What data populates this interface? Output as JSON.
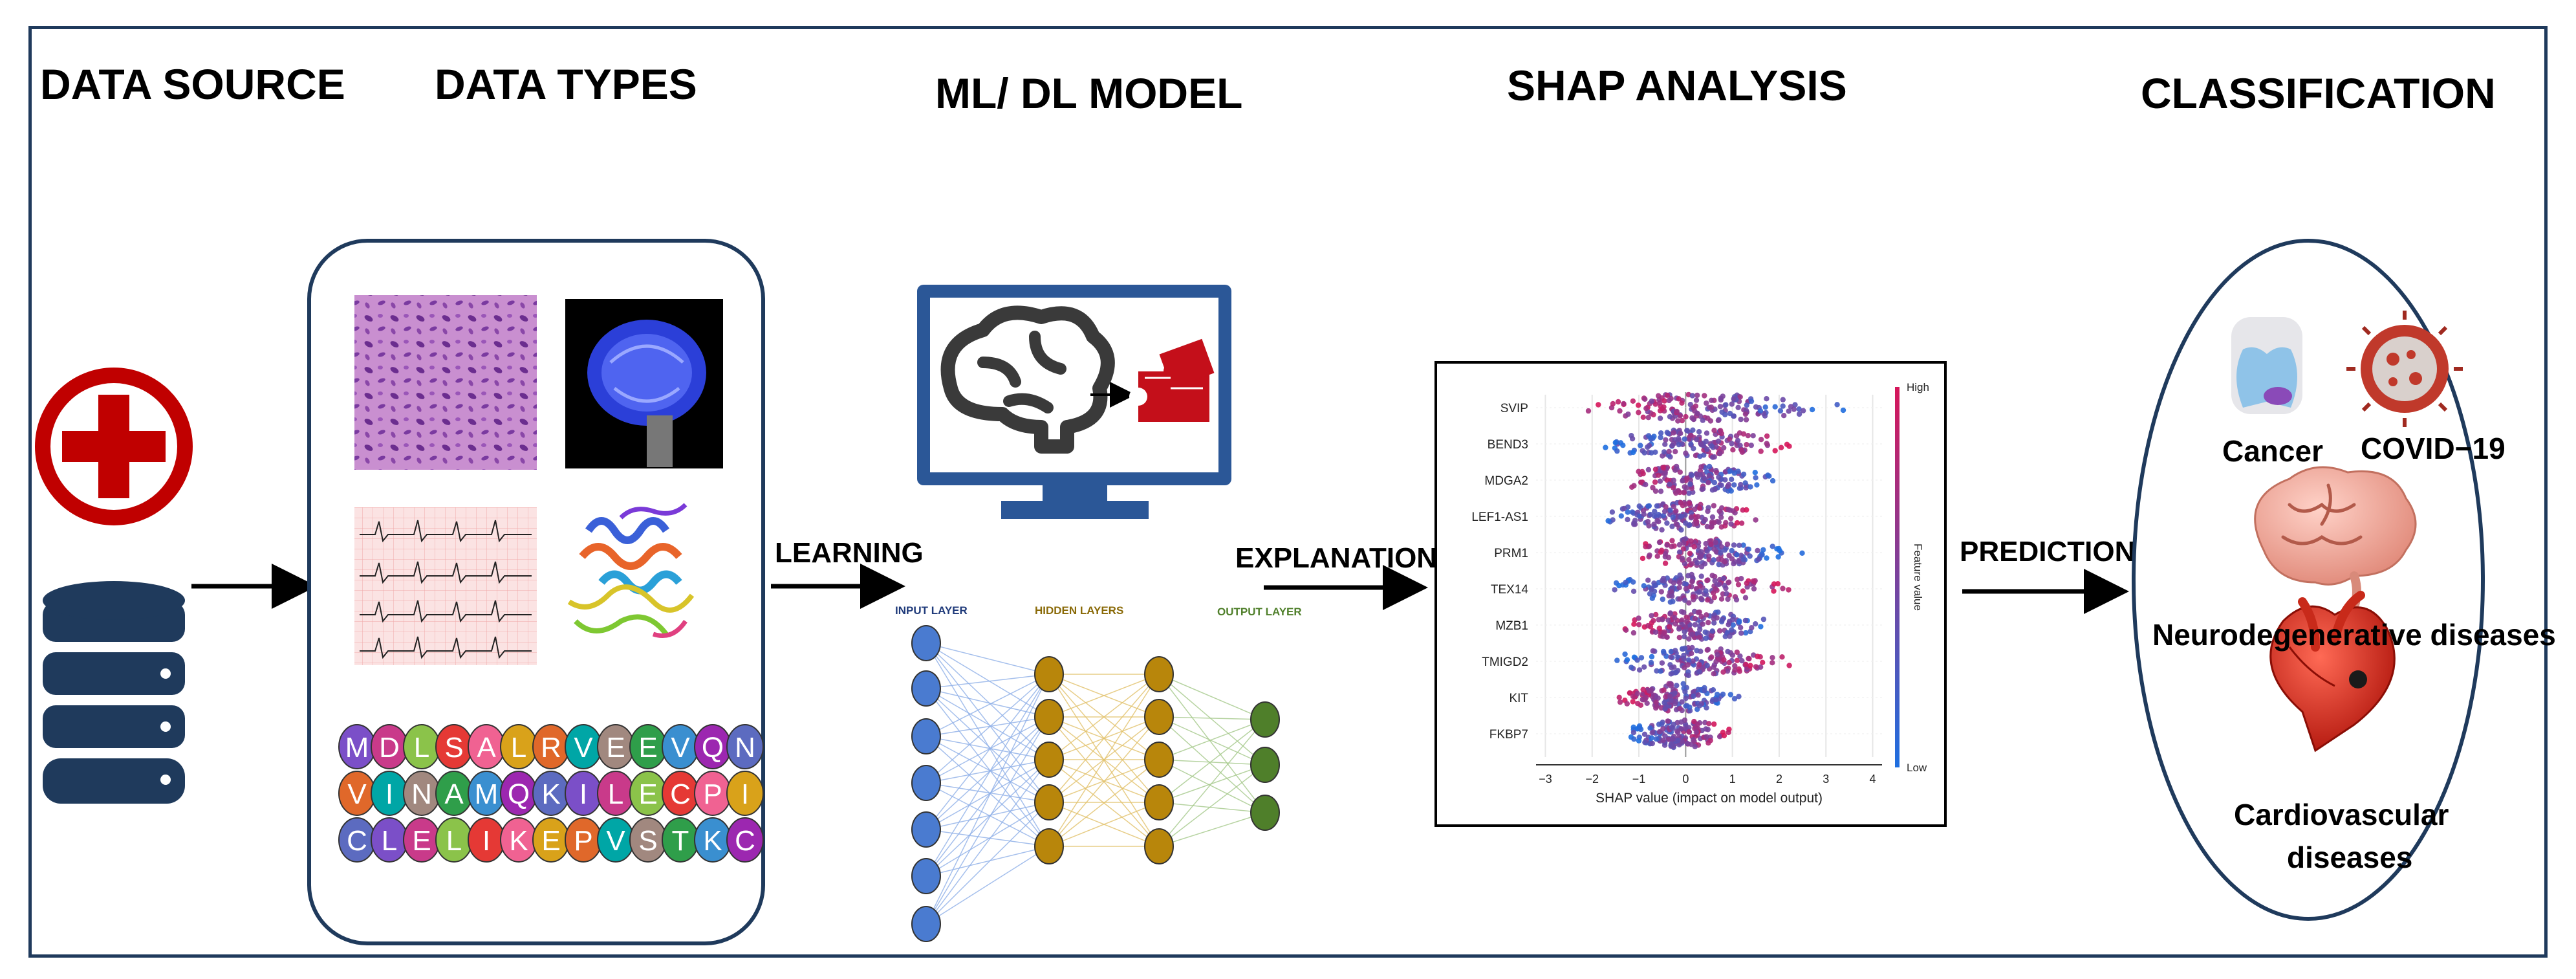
{
  "headings": {
    "data_source": "DATA SOURCE",
    "data_types": "DATA TYPES",
    "model": "ML/ DL MODEL",
    "shap": "SHAP ANALYSIS",
    "classification": "CLASSIFICATION"
  },
  "arrows": {
    "learning": "LEARNING",
    "explanation": "EXPLANATION",
    "prediction": "PREDICTION"
  },
  "sequence": {
    "rows": [
      [
        "M",
        "D",
        "L",
        "S",
        "A",
        "L",
        "R",
        "V",
        "E",
        "E",
        "V",
        "Q",
        "N"
      ],
      [
        "V",
        "I",
        "N",
        "A",
        "M",
        "Q",
        "K",
        "I",
        "L",
        "E",
        "C",
        "P",
        "I"
      ],
      [
        "C",
        "L",
        "E",
        "L",
        "I",
        "K",
        "E",
        "P",
        "V",
        "S",
        "T",
        "K",
        "C"
      ]
    ]
  },
  "network": {
    "input_label": "INPUT LAYER",
    "hidden_label": "HIDDEN LAYERS",
    "output_label": "OUTPUT LAYER",
    "input_color": "#4a7bd0",
    "hidden_color": "#b8860b",
    "output_color": "#4f7f2a"
  },
  "chart_data": {
    "type": "scatter",
    "features": [
      "SVIP",
      "BEND3",
      "MDGA2",
      "LEF1-AS1",
      "PRM1",
      "TEX14",
      "MZB1",
      "TMIGD2",
      "KIT",
      "FKBP7"
    ],
    "xlabel": "SHAP value (impact on model output)",
    "xticks": [
      -3,
      -2,
      -1,
      0,
      1,
      2,
      3,
      4
    ],
    "xlim": [
      -3.2,
      4.2
    ],
    "colorbar_label": "Feature value",
    "colorbar_high": "High",
    "colorbar_low": "Low",
    "spread": [
      [
        -2.6,
        3.9
      ],
      [
        -2.2,
        2.8
      ],
      [
        -2.0,
        2.4
      ],
      [
        -2.3,
        2.0
      ],
      [
        -1.6,
        2.6
      ],
      [
        -2.1,
        2.5
      ],
      [
        -1.7,
        2.3
      ],
      [
        -1.9,
        2.6
      ],
      [
        -1.8,
        1.3
      ],
      [
        -1.5,
        1.2
      ]
    ],
    "high_color": "#d6165a",
    "low_color": "#1e6fe0",
    "grid": true
  },
  "classification": {
    "cancer": "Cancer",
    "covid": "COVID−19",
    "neuro": "Neurodegenerative diseases",
    "cardio_1": "Cardiovascular",
    "cardio_2": "diseases"
  },
  "colors": {
    "frame": "#1f3a5c",
    "database": "#1f3a5c",
    "medical_red": "#c00000",
    "monitor": "#2b5797",
    "puzzle": "#c40f1a"
  },
  "icons": [
    "medical-cross-icon",
    "database-icon",
    "brain-icon",
    "puzzle-icon",
    "lungs-icon",
    "virus-icon",
    "brain-organ-icon",
    "heart-icon"
  ]
}
